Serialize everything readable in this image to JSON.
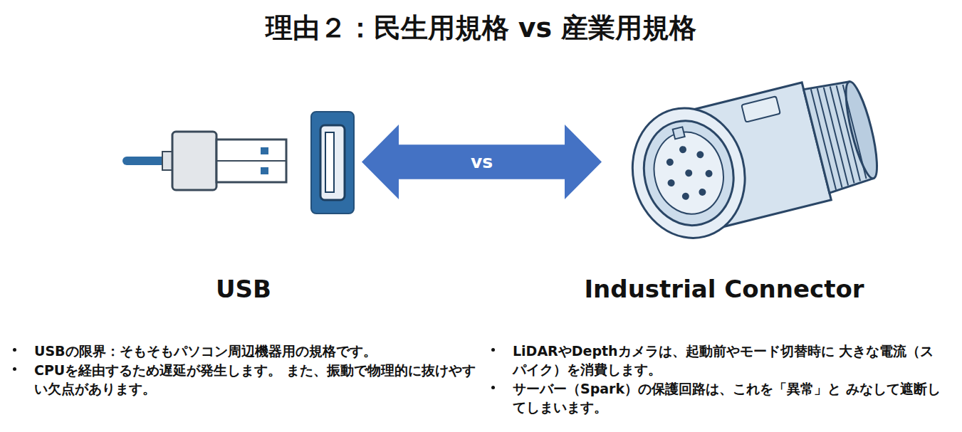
{
  "diagram": {
    "title": "理由２：民生用規格 vs 産業用規格",
    "nodes": [
      {
        "text": [
          "vs"
        ]
      }
    ],
    "labels": [
      "USB",
      "Industrial Connector",
      "USBの限界：そもそもパソコン周辺機器用の規格です。",
      "CPUを経由するため遅延が発生します。 また、振動で物理的に抜けやすい欠点があります。",
      "LiDARやDepthカメラは、起動前やモード切替時に 大きな電流（スパイク）を消費します。",
      "サーバー（Spark）の保護回路は、これを「異常」と みなして遮断してしまいます。"
    ]
  }
}
